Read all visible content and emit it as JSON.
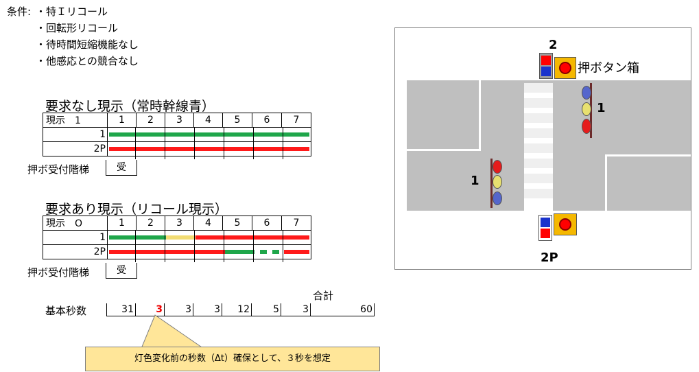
{
  "conditions": {
    "prefix": "条件:",
    "items": [
      "・特Ｉリコール",
      "・回転形リコール",
      "・待時間短縮機能なし",
      "・他感応との競合なし"
    ]
  },
  "table1": {
    "title": "要求なし現示（常時幹線青）",
    "header": "現示　1",
    "steps": [
      "1",
      "2",
      "3",
      "4",
      "5",
      "6",
      "7"
    ],
    "row1_label": "1",
    "row2_label": "2P",
    "accept_label": "押ボ受付階梯",
    "accept_mark": "受"
  },
  "table2": {
    "title": "要求あり現示（リコール現示）",
    "header": "現示　O",
    "steps": [
      "1",
      "2",
      "3",
      "4",
      "5",
      "6",
      "7"
    ],
    "row1_label": "1",
    "row2_label": "2P",
    "accept_label": "押ボ受付階梯",
    "accept_mark": "受"
  },
  "seconds": {
    "total_label": "合計",
    "label": "基本秒数",
    "values": [
      "31",
      "3",
      "3",
      "3",
      "12",
      "5",
      "3"
    ],
    "total": "60",
    "highlight_index": 1
  },
  "callout": {
    "text": "灯色変化前の秒数（Δt）確保として、３秒を想定"
  },
  "diagram": {
    "pushbutton_label": "押ボタン箱",
    "signal_1_top": "1",
    "signal_1_left": "1",
    "ped_top": "2",
    "ped_bottom": "2P"
  },
  "colors": {
    "green": "#1fa64a",
    "red": "#ff1a1a",
    "yellow": "#f2dc73",
    "callout_fill": "#ffe699",
    "pushbutton_box": "#f5b800",
    "road": "#bfbfbf"
  }
}
